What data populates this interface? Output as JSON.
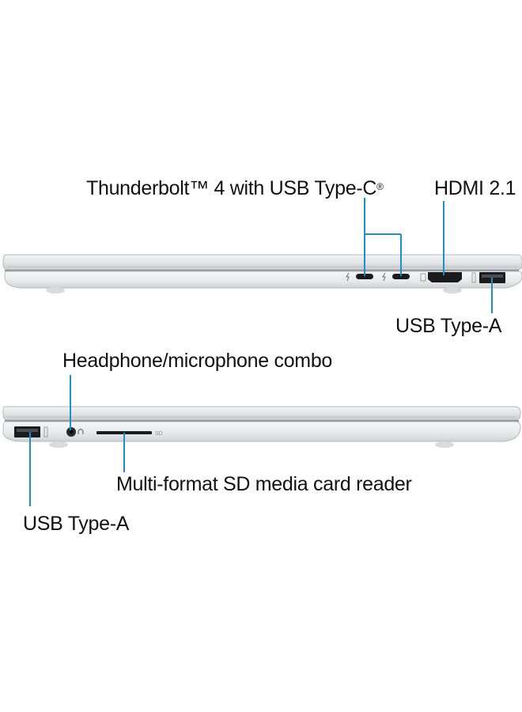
{
  "colors": {
    "callout": "#1a8fc9",
    "body_light": "#eceef0",
    "body_mid": "#d4d7da",
    "body_dark": "#9ea2a6",
    "port": "#1b1b1d"
  },
  "top_view": {
    "labels": {
      "thunderbolt": "Thunderbolt™ 4 with USB Type-C",
      "thunderbolt_mark": "®",
      "hdmi": "HDMI 2.1",
      "usb_a": "USB Type-A"
    },
    "icons": [
      "thunderbolt-icon",
      "thunderbolt-icon",
      "hdmi-icon",
      "usb-icon"
    ]
  },
  "bottom_view": {
    "labels": {
      "headphone": "Headphone/microphone combo",
      "sd_reader": "Multi-format SD media card reader",
      "usb_a": "USB Type-A",
      "sd_text": "SD"
    },
    "icons": [
      "usb-icon",
      "headphone-icon"
    ]
  }
}
